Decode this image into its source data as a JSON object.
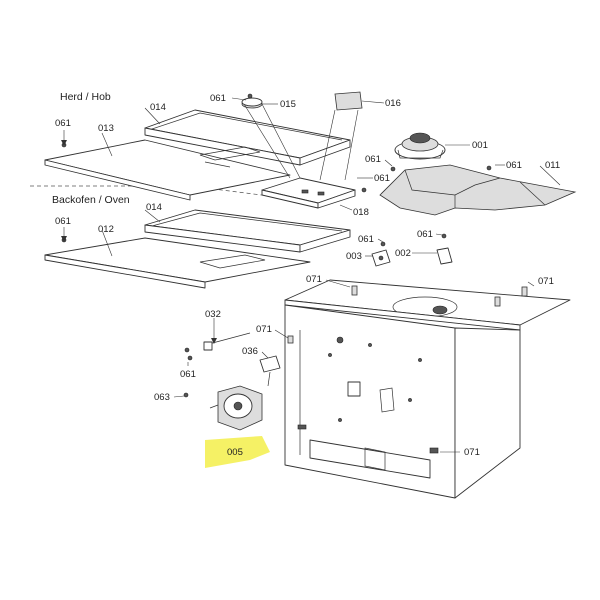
{
  "sections": {
    "hob": "Herd / Hob",
    "oven": "Backofen / Oven"
  },
  "callouts": {
    "c061_top": "061",
    "c015": "015",
    "c016": "016",
    "c014_top": "014",
    "c061_left_top": "061",
    "c013": "013",
    "c001": "001",
    "c061_mid_a": "061",
    "c061_mid_b": "061",
    "c011": "011",
    "c061_tray": "061",
    "c018": "018",
    "c014_bot": "014",
    "c061_left_bot": "061",
    "c012": "012",
    "c061_003": "061",
    "c061_002": "061",
    "c003": "003",
    "c002": "002",
    "c071_a": "071",
    "c071_b": "071",
    "c032": "032",
    "c071_c": "071",
    "c036": "036",
    "c061_low": "061",
    "c063": "063",
    "c005": "005",
    "c071_d": "071"
  },
  "highlight_color": "#f3ef4a"
}
